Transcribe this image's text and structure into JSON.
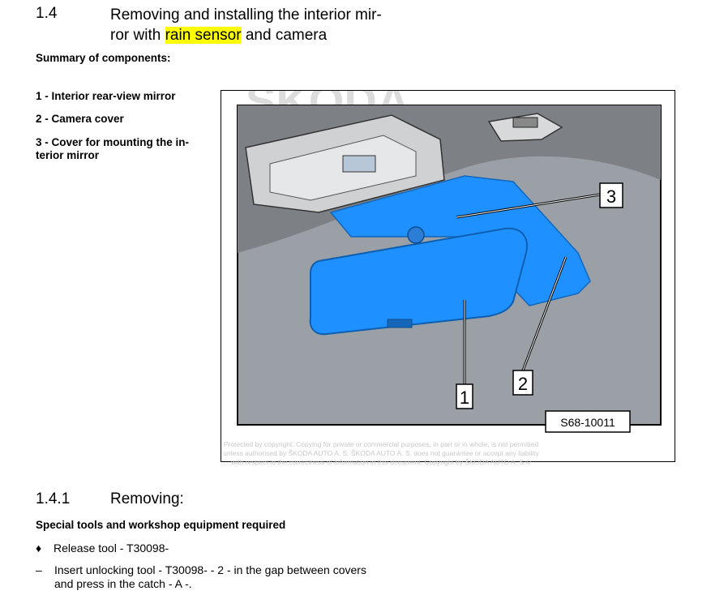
{
  "section": {
    "number": "1.4",
    "title_before": "Removing and installing the interior mir-",
    "title_line2_before": "ror with ",
    "title_highlight": "rain sensor",
    "title_after": " and camera"
  },
  "summary_heading": "Summary of components:",
  "components": [
    {
      "text": "1 - Interior rear-view mirror"
    },
    {
      "text": "2 - Camera cover"
    },
    {
      "text": "3 - Cover for mounting the in-"
    },
    {
      "text": "terior mirror"
    }
  ],
  "figure": {
    "callouts": [
      "1",
      "2",
      "3"
    ],
    "figure_id": "S68-10011",
    "watermark": "ŠKODA",
    "copyright_lines": [
      "Protected by copyright. Copying for private or commercial purposes, in part or in whole, is not permitted",
      "unless authorised by ŠKODA AUTO A. S. ŠKODA AUTO A. S. does not guarantee or accept any liability",
      "with respect to the correctness of information in this document. Copyright by ŠKODA AUTO A. S.©"
    ],
    "colors": {
      "highlight_part": "#1e90ff",
      "background": "#9aa0a6"
    }
  },
  "subsection": {
    "number": "1.4.1",
    "title": "Removing:"
  },
  "special_tools_heading": "Special tools and workshop equipment required",
  "tools": [
    {
      "symbol": "♦",
      "text": "Release tool - T30098-"
    }
  ],
  "steps": [
    {
      "symbol": "–",
      "line1": "Insert unlocking tool - T30098- - 2 - in the gap between covers",
      "line2": "and press in the catch - A -."
    }
  ]
}
